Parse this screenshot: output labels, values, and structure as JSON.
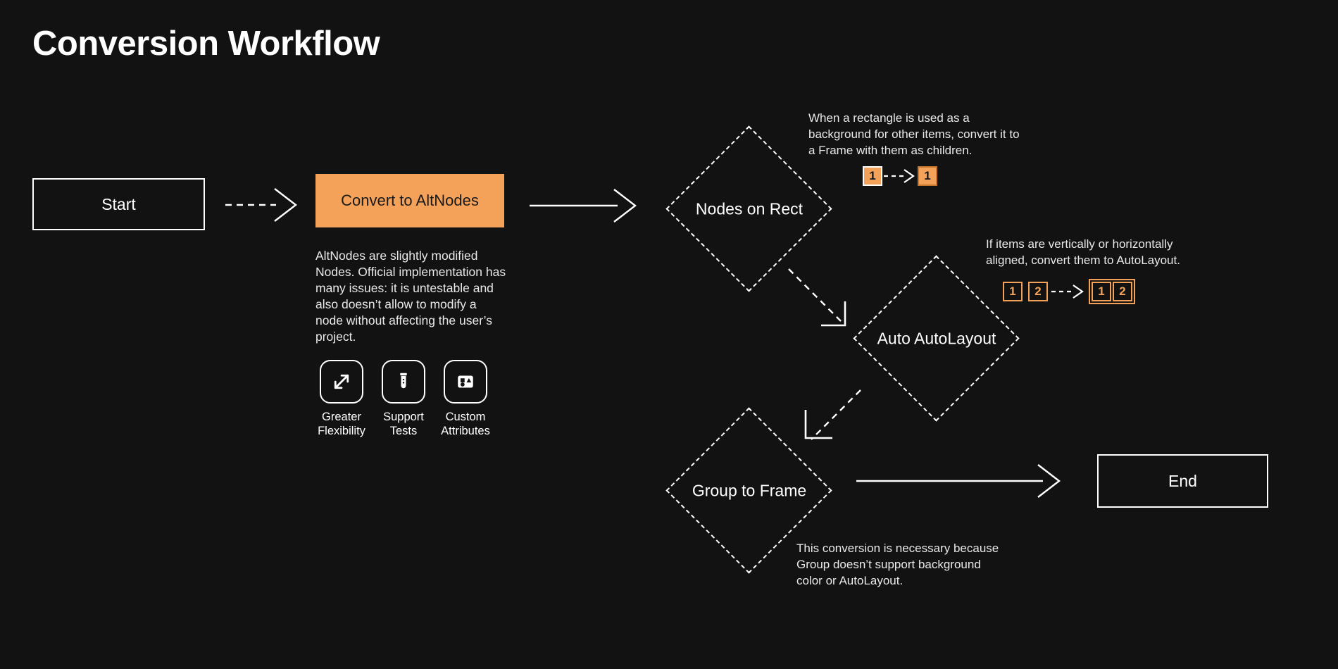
{
  "page": {
    "title": "Conversion Workflow",
    "background_color": "#121212",
    "accent_color": "#F4A259",
    "line_color": "#FFFFFF",
    "text_color": "#FFFFFF"
  },
  "nodes": {
    "start": {
      "label": "Start",
      "shape": "rectangle"
    },
    "convert": {
      "label": "Convert to AltNodes",
      "shape": "rectangle-filled"
    },
    "nodes_on_rect": {
      "label": "Nodes on Rect",
      "shape": "diamond"
    },
    "auto_autolayout": {
      "label": "Auto AutoLayout",
      "shape": "diamond"
    },
    "group_to_frame": {
      "label": "Group to Frame",
      "shape": "diamond"
    },
    "end": {
      "label": "End",
      "shape": "rectangle"
    }
  },
  "convert_description": "AltNodes are slightly modified Nodes. Official implementation has many issues: it is untestable and also doesn’t allow to modify a node without affecting the user’s project.",
  "features": [
    {
      "icon": "expand-arrows-icon",
      "label": "Greater\nFlexibility"
    },
    {
      "icon": "test-tube-icon",
      "label": "Support\nTests"
    },
    {
      "icon": "custom-attributes-icon",
      "label": "Custom\nAttributes"
    }
  ],
  "annotations": {
    "nodes_on_rect": {
      "text": "When a rectangle is used as a background for other items, convert it to a Frame with them as children.",
      "before_badges": [
        "1"
      ],
      "after_badges": [
        "1"
      ],
      "transform": "dashed-arrow"
    },
    "auto_autolayout": {
      "text": "If items are vertically or horizontally aligned, convert them to AutoLayout.",
      "before_badges": [
        "1",
        "2"
      ],
      "after_badges": [
        "1",
        "2"
      ],
      "transform": "dashed-arrow"
    },
    "group_to_frame": {
      "text": "This conversion is necessary because Group doesn’t support background color or AutoLayout."
    }
  },
  "connectors": [
    {
      "name": "start-to-convert",
      "style": "dashed"
    },
    {
      "name": "convert-to-nodes-on-rect",
      "style": "solid"
    },
    {
      "name": "nodes-on-rect-to-auto-autolayout",
      "style": "dashed-corner"
    },
    {
      "name": "auto-autolayout-to-group-to-frame",
      "style": "dashed-corner"
    },
    {
      "name": "group-to-frame-to-end",
      "style": "solid"
    }
  ]
}
